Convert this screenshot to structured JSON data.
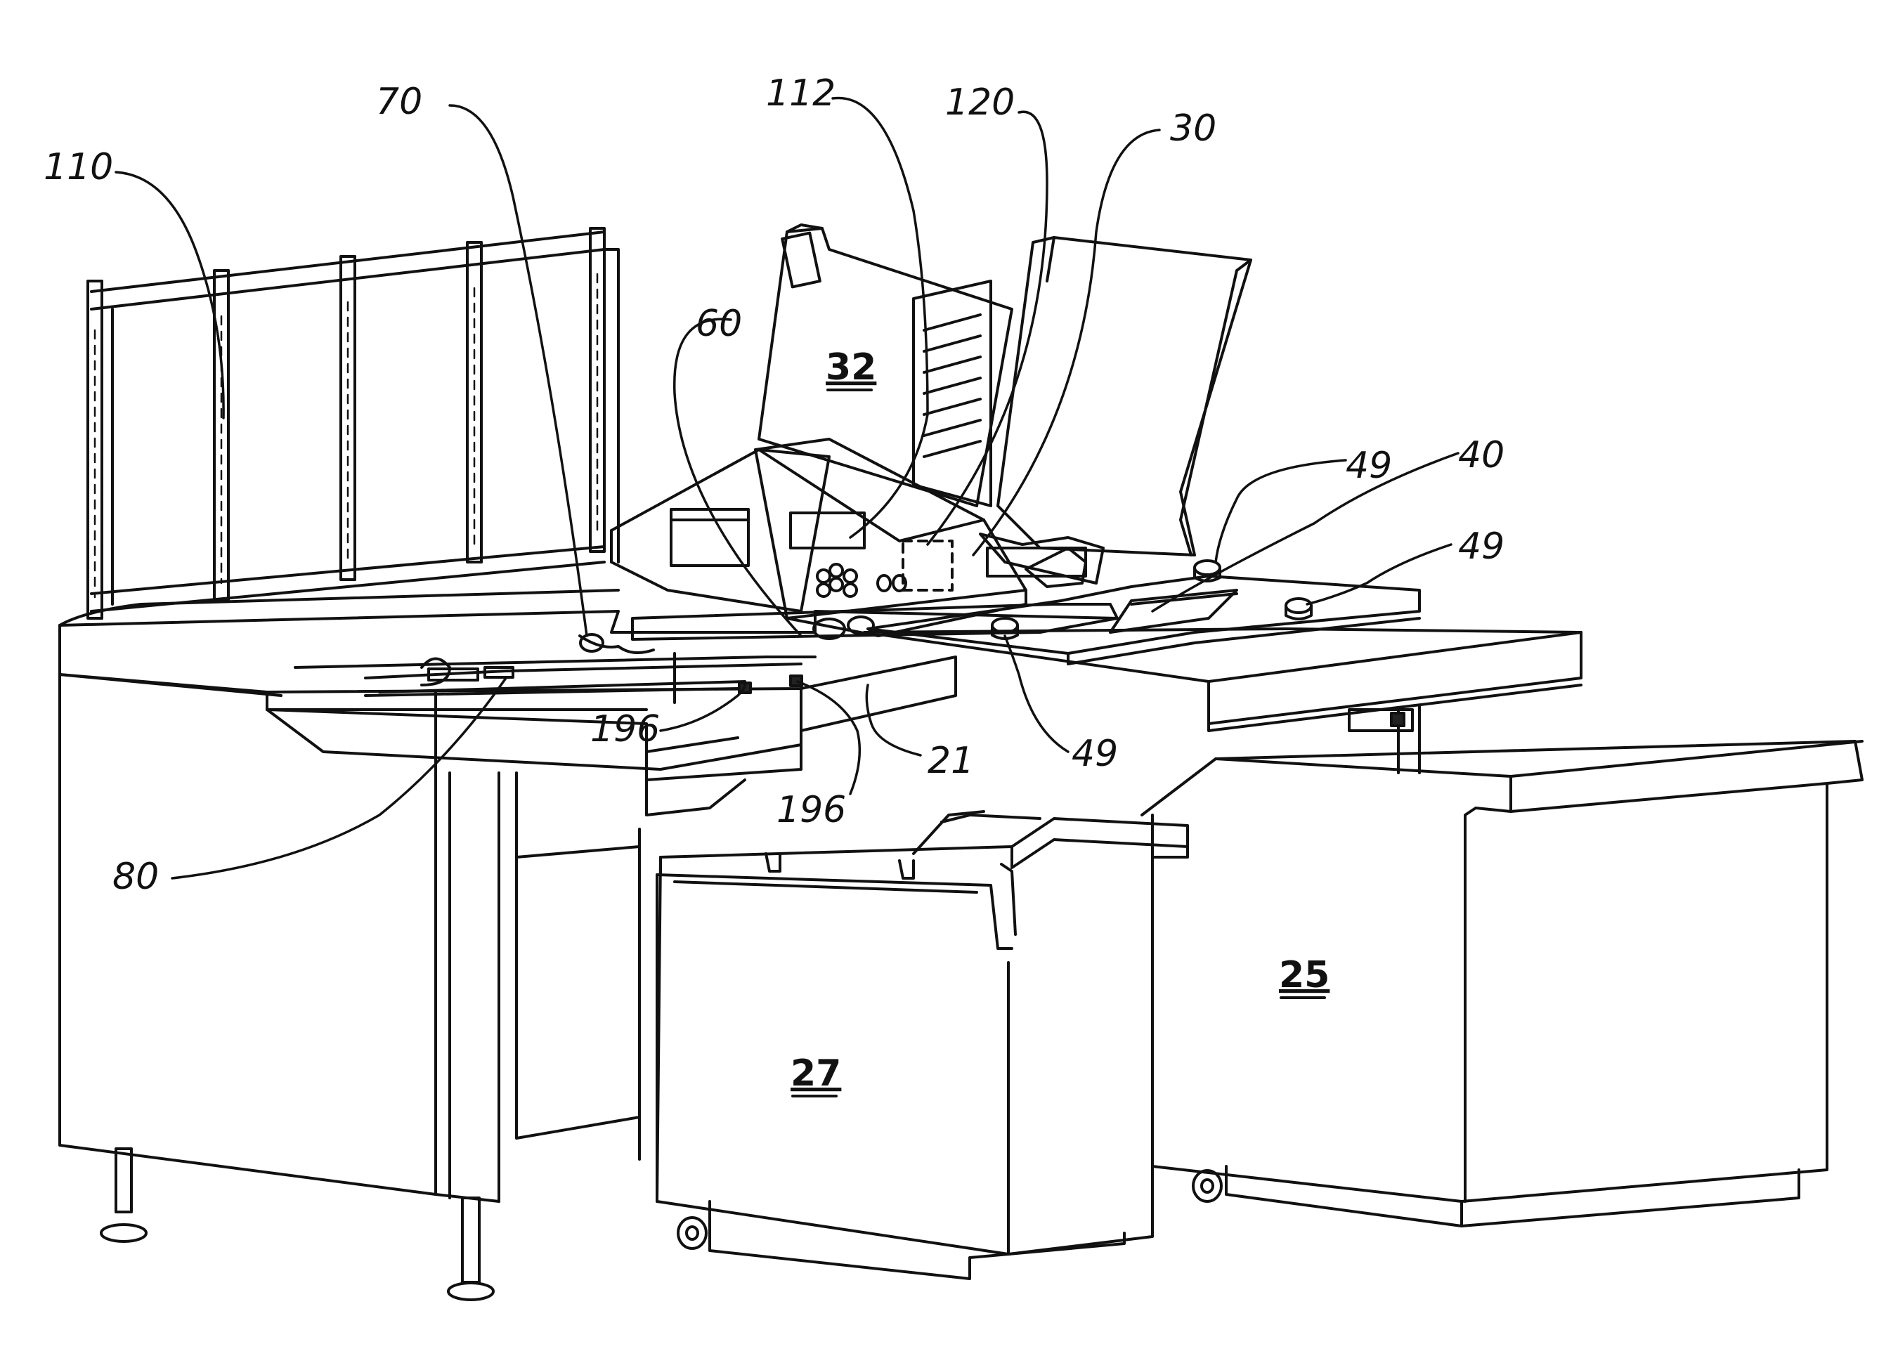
{
  "labels": {
    "ref_110": "110",
    "ref_70": "70",
    "ref_112": "112",
    "ref_120": "120",
    "ref_30": "30",
    "ref_60": "60",
    "ref_32": "32",
    "ref_49_a": "49",
    "ref_40": "40",
    "ref_49_b": "49",
    "ref_49_c": "49",
    "ref_196_a": "196",
    "ref_196_b": "196",
    "ref_21": "21",
    "ref_80": "80",
    "ref_27": "27",
    "ref_25": "25"
  }
}
